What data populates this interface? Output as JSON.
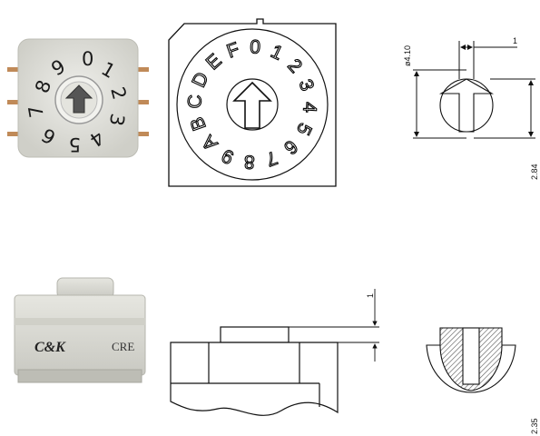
{
  "photo_top": {
    "digits": [
      "0",
      "1",
      "2",
      "3",
      "4",
      "5",
      "6",
      "7",
      "8",
      "9"
    ]
  },
  "drawing_top": {
    "labels": [
      "0",
      "1",
      "2",
      "3",
      "4",
      "5",
      "6",
      "7",
      "8",
      "9",
      "A",
      "B",
      "C",
      "D",
      "E",
      "F"
    ]
  },
  "dimensions": {
    "diameter": "ø4.10",
    "shaft_width": "1",
    "shaft_height": "2.84",
    "side_step": "1",
    "section_height": "2.35"
  },
  "photo_side": {
    "brand": "C&K",
    "model": "CRE"
  },
  "colors": {
    "body_gray": "#dcdcd4",
    "pin_copper": "#c08a58",
    "hatch": "#555555",
    "line": "#111111"
  }
}
